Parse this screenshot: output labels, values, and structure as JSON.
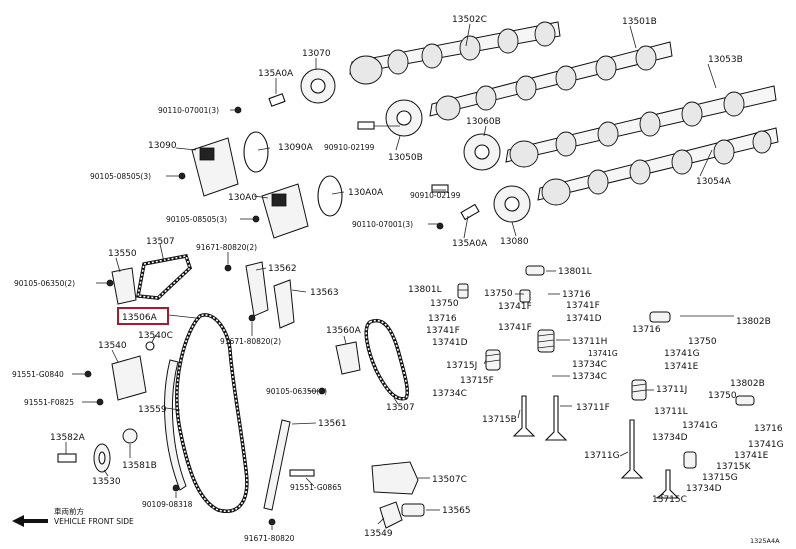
{
  "labels": {
    "l13502C": "13502C",
    "l13501B": "13501B",
    "l13070": "13070",
    "l135A0A_top": "135A0A",
    "l13053B": "13053B",
    "l90110_a": "90110-07001(3)",
    "l90910_a": "90910-02199",
    "l13060B": "13060B",
    "l13090": "13090",
    "l13090A": "13090A",
    "l13050B": "13050B",
    "l90105_08505_a": "90105-08505(3)",
    "l90910_b": "90910-02199",
    "l13054A": "13054A",
    "l130A0": "130A0",
    "l130A0A": "130A0A",
    "l90105_08505_b": "90105-08505(3)",
    "l90110_b": "90110-07001(3)",
    "l13080": "13080",
    "l135A0A_bot": "135A0A",
    "l13507_top": "13507",
    "l13550": "13550",
    "l91671_a": "91671-80820(2)",
    "l13562": "13562",
    "l90105_06350_a": "90105-06350(2)",
    "l13563": "13563",
    "l13506A": "13506A",
    "l13540C": "13540C",
    "l91671_b": "91671-80820(2)",
    "l13560A": "13560A",
    "l13540": "13540",
    "l91551_a": "91551-G0840",
    "l91551_b": "91551-F0825",
    "l13559": "13559",
    "l90105_06350_b": "90105-06350(2)",
    "l13507_bot": "13507",
    "l13561": "13561",
    "l13582A": "13582A",
    "l13581B": "13581B",
    "l13530": "13530",
    "l90109": "90109-08318",
    "l91551_c": "91551-G0865",
    "l91671_c": "91671-80820",
    "l13507C": "13507C",
    "l13565": "13565",
    "l13549": "13549",
    "l13801L_top": "13801L",
    "l13801L_mid": "13801L",
    "l13750_a": "13750",
    "l13750_b": "13750",
    "l13716_a": "13716",
    "l13716_b": "13716",
    "l13741F_a": "13741F",
    "l13741F_b": "13741F",
    "l13741F_c": "13741F",
    "l13741D_a": "13741D",
    "l13741D_b": "13741D",
    "l13802B_a": "13802B",
    "l13716_c": "13716",
    "l13711H": "13711H",
    "l13750_c": "13750",
    "l13741G_a": "13741G",
    "l13741G_b": "13741G",
    "l13715J": "13715J",
    "l13734C_a": "13734C",
    "l13741E_a": "13741E",
    "l13715F": "13715F",
    "l13734C_b": "13734C",
    "l13711J": "13711J",
    "l13802B_b": "13802B",
    "l13750_d": "13750",
    "l13711F": "13711F",
    "l13715B": "13715B",
    "l13711L": "13711L",
    "l13716_d": "13716",
    "l13741G_c": "13741G",
    "l13734D_a": "13734D",
    "l13741G_d": "13741G",
    "l13741E_b": "13741E",
    "l13711G": "13711G",
    "l13715K": "13715K",
    "l13715G": "13715G",
    "l13734D_b": "13734D",
    "l13715C": "13715C",
    "front_jp": "車両前方",
    "front_en": "VEHICLE FRONT SIDE",
    "figure_code": "1325A4A"
  }
}
